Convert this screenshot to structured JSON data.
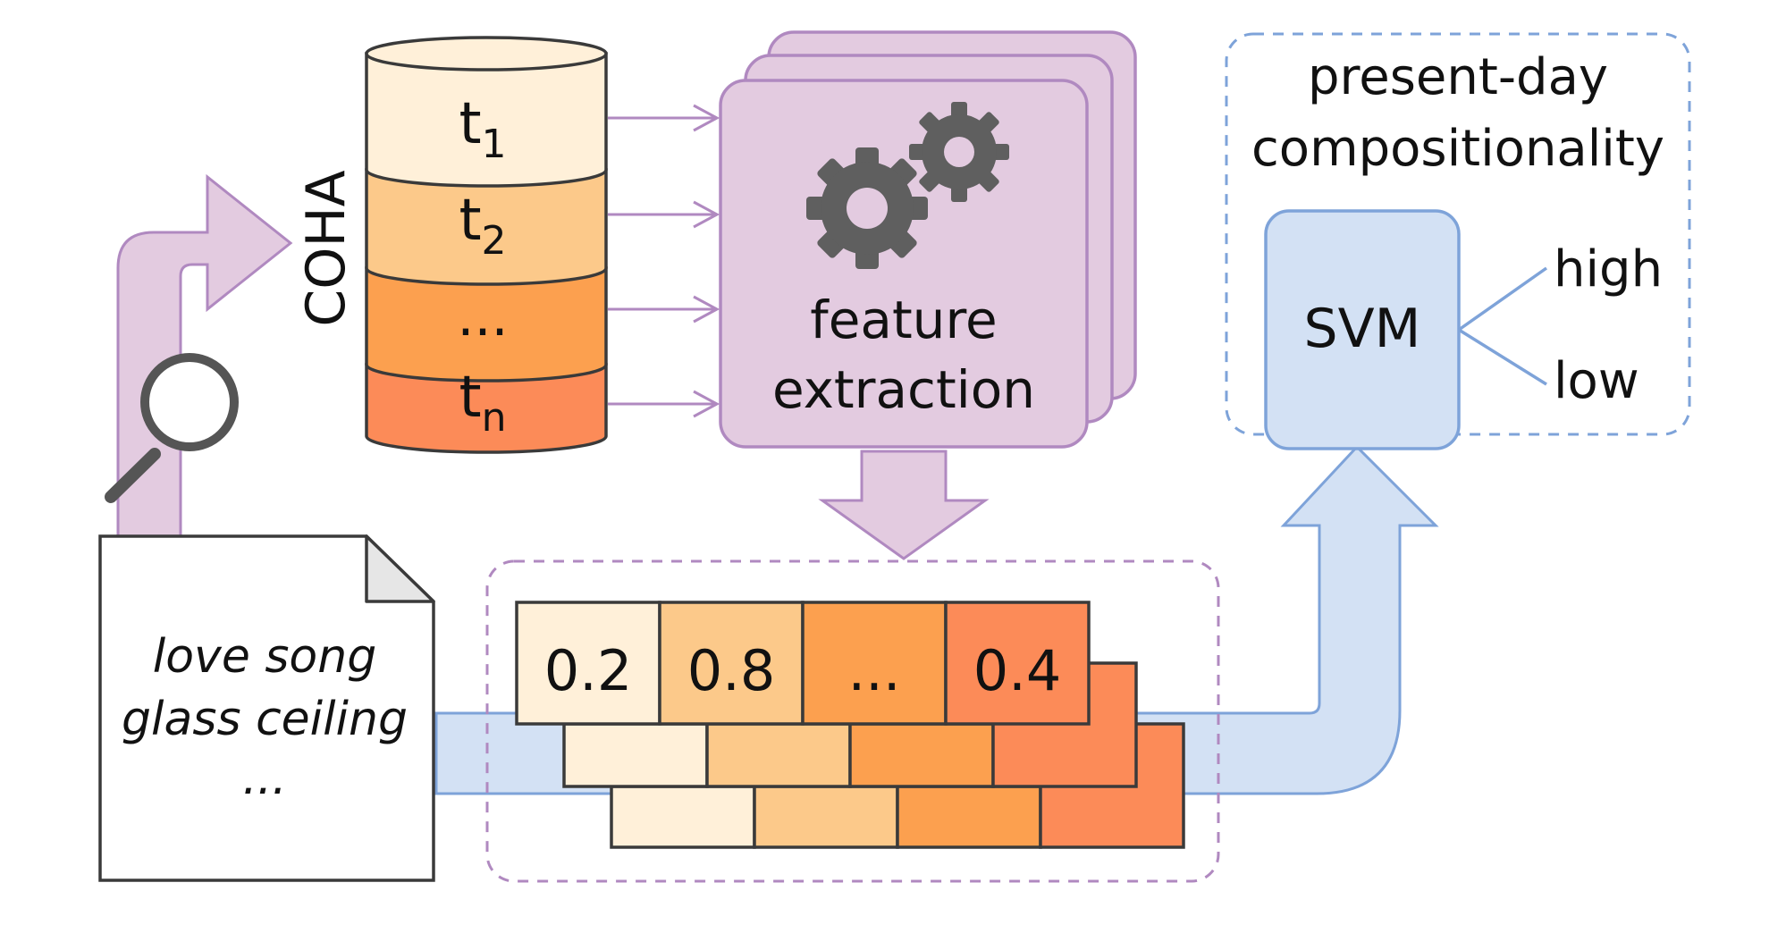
{
  "corpus": {
    "label": "COHA",
    "periods": [
      {
        "base": "t",
        "sub": "1"
      },
      {
        "base": "t",
        "sub": "2"
      },
      {
        "base": "...",
        "sub": ""
      },
      {
        "base": "t",
        "sub": "n"
      }
    ]
  },
  "feature_extraction": {
    "label_line1": "feature",
    "label_line2": "extraction",
    "icon": "gears-icon"
  },
  "document": {
    "lines": [
      "love song",
      "glass ceiling",
      "..."
    ],
    "icon": "document-icon",
    "search_icon": "magnifier-icon"
  },
  "feature_vector": {
    "values": [
      "0.2",
      "0.8",
      "...",
      "0.4"
    ]
  },
  "classifier": {
    "label": "SVM",
    "outputs": [
      "high",
      "low"
    ],
    "group_label_line1": "present-day",
    "group_label_line2": "compositionality"
  },
  "colors": {
    "purple_fill": "#e3cbe0",
    "purple_stroke": "#b089c0",
    "blue_fill": "#d3e1f4",
    "blue_stroke": "#7ea3d9",
    "cell_1": "#fff0d9",
    "cell_2": "#fcc98a",
    "cell_3": "#fca04f",
    "cell_4": "#fc8b58",
    "gear": "#5f5f5f",
    "outline": "#3a3a3a"
  }
}
